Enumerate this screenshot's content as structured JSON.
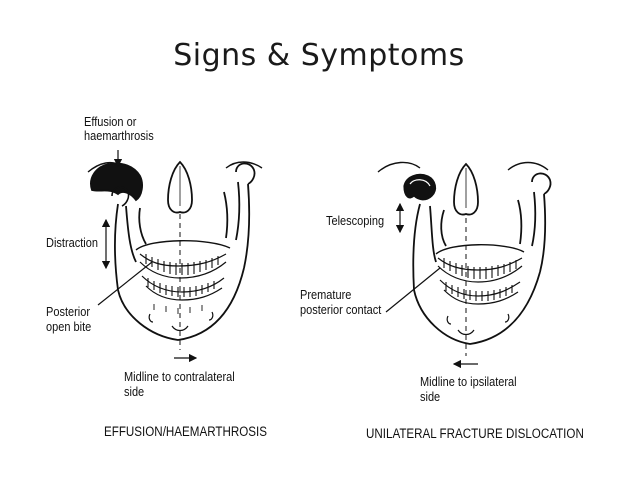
{
  "slide": {
    "title": "Signs & Symptoms"
  },
  "left_diagram": {
    "labels": {
      "effusion_line1": "Effusion or",
      "effusion_line2": "haemarthrosis",
      "distraction": "Distraction",
      "posterior_line1": "Posterior",
      "posterior_line2": "open bite",
      "midline_line1": "Midline to contralateral",
      "midline_line2": "side"
    },
    "caption": "EFFUSION/HAEMARTHROSIS"
  },
  "right_diagram": {
    "labels": {
      "telescoping": "Telescoping",
      "premature_line1": "Premature",
      "premature_line2": "posterior contact",
      "midline_line1": "Midline to ipsilateral",
      "midline_line2": "side"
    },
    "caption": "UNILATERAL FRACTURE DISLOCATION"
  }
}
